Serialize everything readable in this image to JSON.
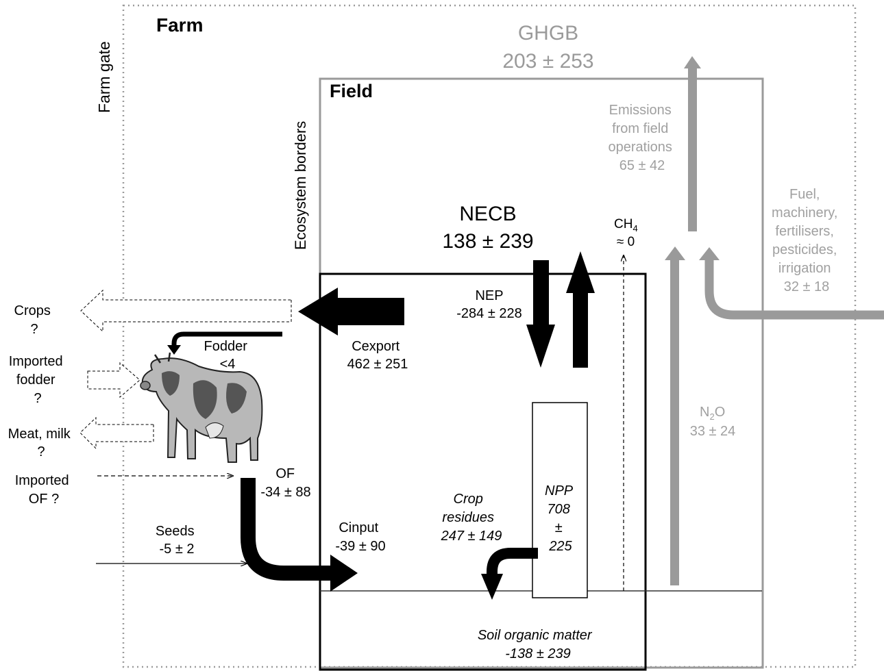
{
  "colors": {
    "black": "#000000",
    "grey": "#9a9a9a",
    "light_grey": "#a0a0a0",
    "white": "#ffffff"
  },
  "labels": {
    "farm": "Farm",
    "farm_gate": "Farm gate",
    "ghgb_title": "GHGB",
    "ghgb_value": "203 ± 253",
    "field": "Field",
    "ecosystem_borders": "Ecosystem borders",
    "emissions": [
      "Emissions",
      "from field",
      "operations",
      "65 ± 42"
    ],
    "fuel": [
      "Fuel,",
      "machinery,",
      "fertilisers,",
      "pesticides,",
      "irrigation",
      "32 ± 18"
    ],
    "necb_title": "NECB",
    "necb_value": "138 ± 239",
    "ch4_main": "CH",
    "ch4_sub": "4",
    "ch4_value": "≈ 0",
    "nep_title": "NEP",
    "nep_value": "-284 ± 228",
    "crops": [
      "Crops",
      "?"
    ],
    "fodder": [
      "Fodder",
      "<4"
    ],
    "imported_fodder": [
      "Imported",
      "fodder",
      "?"
    ],
    "meat_milk": [
      "Meat, milk",
      "?"
    ],
    "imported_of": [
      "Imported",
      "OF ?"
    ],
    "cexport": [
      "Cexport",
      "462 ± 251"
    ],
    "n2o_main": "N",
    "n2o_sub": "2",
    "n2o_tail": "O",
    "n2o_value": "33 ± 24",
    "of": [
      "OF",
      "-34 ± 88"
    ],
    "npp": [
      "NPP",
      "708",
      "±",
      "225"
    ],
    "crop_residues": [
      "Crop",
      "residues",
      "247 ± 149"
    ],
    "seeds": [
      "Seeds",
      "-5 ± 2"
    ],
    "cinput": [
      "Cinput",
      "-39 ± 90"
    ],
    "soil": [
      "Soil organic matter",
      "-138 ± 239"
    ]
  }
}
